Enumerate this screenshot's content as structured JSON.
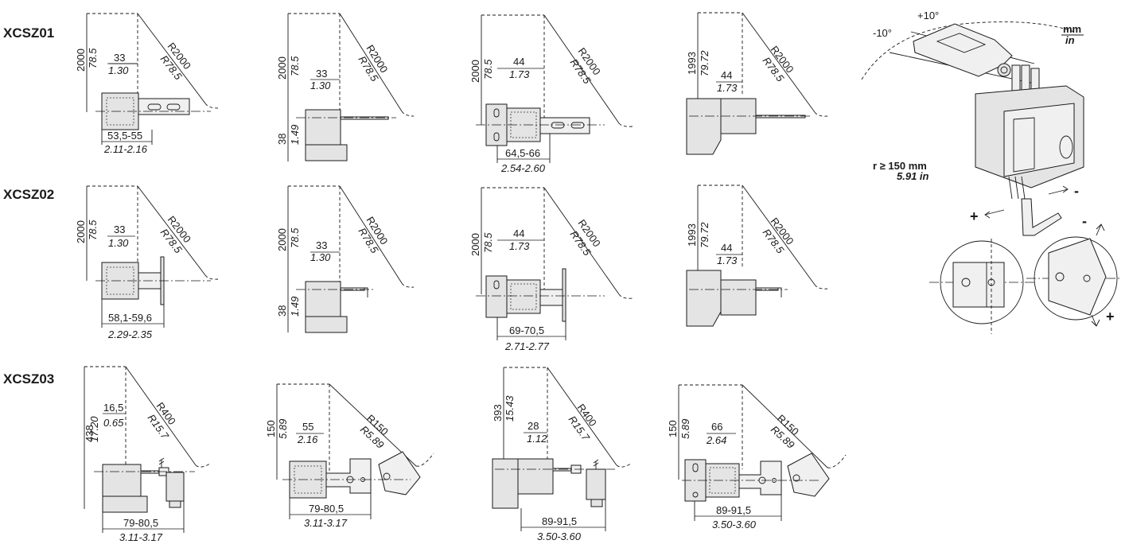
{
  "units": {
    "top": "mm",
    "bottom": "in"
  },
  "notes": {
    "radius_mm": "r ≥ 150 mm",
    "radius_in": "5.91 in",
    "angle_pos": "+10°",
    "angle_neg": "-10°",
    "plus": "+",
    "minus": "-"
  },
  "rows": [
    {
      "label": "XCSZ01",
      "views": [
        {
          "h": "2000",
          "h_in": "78.5",
          "d": "33",
          "d_in": "1.30",
          "r": "R2000",
          "r_in": "R78.5",
          "w": "53,5-55",
          "w_in": "2.11-2.16",
          "hb": "",
          "hb_in": ""
        },
        {
          "h": "2000",
          "h_in": "78.5",
          "d": "33",
          "d_in": "1.30",
          "r": "R2000",
          "r_in": "R78.5",
          "w": "",
          "w_in": "",
          "hb": "38",
          "hb_in": "1.49"
        },
        {
          "h": "2000",
          "h_in": "78.5",
          "d": "44",
          "d_in": "1.73",
          "r": "R2000",
          "r_in": "R78.5",
          "w": "64,5-66",
          "w_in": "2.54-2.60",
          "hb": "",
          "hb_in": ""
        },
        {
          "h": "1993",
          "h_in": "79.72",
          "d": "44",
          "d_in": "1.73",
          "r": "R2000",
          "r_in": "R78.5",
          "w": "",
          "w_in": "",
          "hb": "",
          "hb_in": ""
        }
      ]
    },
    {
      "label": "XCSZ02",
      "views": [
        {
          "h": "2000",
          "h_in": "78.5",
          "d": "33",
          "d_in": "1.30",
          "r": "R2000",
          "r_in": "R78.5",
          "w": "58,1-59,6",
          "w_in": "2.29-2.35",
          "hb": "",
          "hb_in": ""
        },
        {
          "h": "2000",
          "h_in": "78.5",
          "d": "33",
          "d_in": "1.30",
          "r": "R2000",
          "r_in": "R78.5",
          "w": "",
          "w_in": "",
          "hb": "38",
          "hb_in": "1.49"
        },
        {
          "h": "2000",
          "h_in": "78.5",
          "d": "44",
          "d_in": "1.73",
          "r": "R2000",
          "r_in": "R78.5",
          "w": "69-70,5",
          "w_in": "2.71-2.77",
          "hb": "",
          "hb_in": ""
        },
        {
          "h": "1993",
          "h_in": "79.72",
          "d": "44",
          "d_in": "1.73",
          "r": "R2000",
          "r_in": "R78.5",
          "w": "",
          "w_in": "",
          "hb": "",
          "hb_in": ""
        }
      ]
    },
    {
      "label": "XCSZ03",
      "views": [
        {
          "h": "438",
          "h_in": "17.20",
          "d": "16,5",
          "d_in": "0.65",
          "r": "R400",
          "r_in": "R15.7",
          "w": "79-80,5",
          "w_in": "3.11-3.17",
          "hb": "",
          "hb_in": ""
        },
        {
          "h": "150",
          "h_in": "5.89",
          "d": "55",
          "d_in": "2.16",
          "r": "R150",
          "r_in": "R5.89",
          "w": "79-80,5",
          "w_in": "3.11-3.17",
          "hb": "",
          "hb_in": ""
        },
        {
          "h": "393",
          "h_in": "15.43",
          "d": "28",
          "d_in": "1.12",
          "r": "R400",
          "r_in": "R15.7",
          "w": "89-91,5",
          "w_in": "3.50-3.60",
          "hb": "",
          "hb_in": ""
        },
        {
          "h": "150",
          "h_in": "5.89",
          "d": "66",
          "d_in": "2.64",
          "r": "R150",
          "r_in": "R5.89",
          "w": "89-91,5",
          "w_in": "3.50-3.60",
          "hb": "",
          "hb_in": ""
        }
      ]
    }
  ]
}
